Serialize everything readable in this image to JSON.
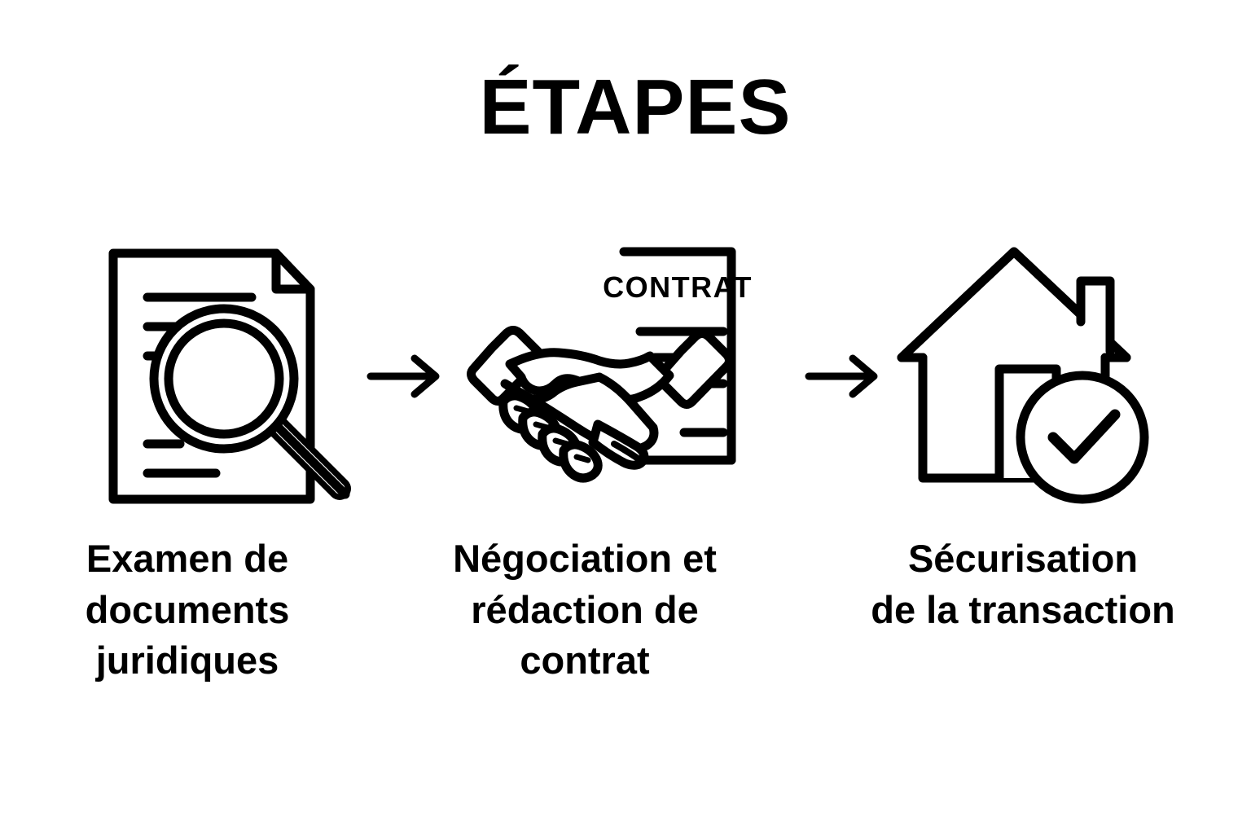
{
  "page": {
    "title": "ÉTAPES",
    "background_color": "#ffffff",
    "ink_color": "#000000"
  },
  "steps": [
    {
      "index": 1,
      "icon": "document-magnifier-icon",
      "caption": "Examen de\ndocuments\njuridiques"
    },
    {
      "index": 2,
      "icon": "handshake-contract-icon",
      "caption": "Négociation et\nrédaction de\ncontrat",
      "document_label": "CONTRAT"
    },
    {
      "index": 3,
      "icon": "house-check-icon",
      "caption": "Sécurisation\nde la transaction"
    }
  ],
  "connectors": [
    {
      "index": 1,
      "icon": "arrow-right-icon"
    },
    {
      "index": 2,
      "icon": "arrow-right-icon"
    }
  ]
}
